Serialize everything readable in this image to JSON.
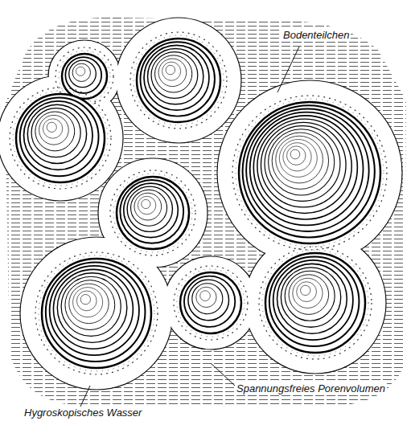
{
  "diagram": {
    "labels": [
      "Bodenteilchen",
      "Spannungsfreies Porenvolumen",
      "Hygroskopisches Wasser"
    ]
  }
}
